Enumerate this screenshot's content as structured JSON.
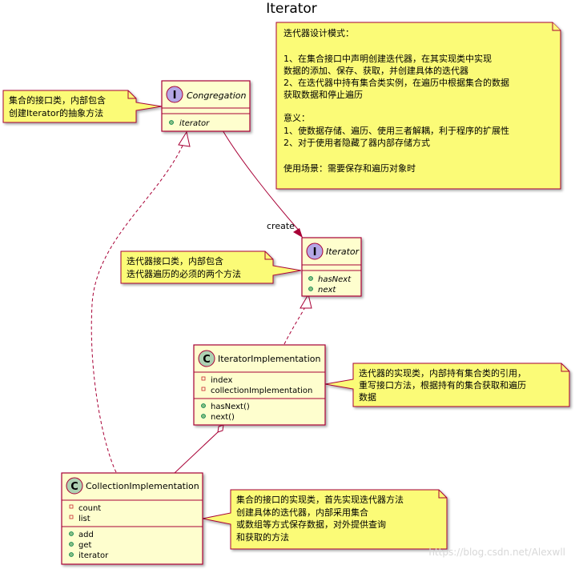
{
  "title": "Iterator",
  "classes": {
    "congregation": {
      "stereotype": "I",
      "name": "Congregation",
      "methods": [
        "iterator"
      ]
    },
    "iterator": {
      "stereotype": "I",
      "name": "Iterator",
      "methods": [
        "hasNext",
        "next"
      ]
    },
    "iterator_impl": {
      "stereotype": "C",
      "name": "IteratorImplementation",
      "fields": [
        "index",
        "collectionImplementation"
      ],
      "methods": [
        "hasNext()",
        "next()"
      ]
    },
    "collection_impl": {
      "stereotype": "C",
      "name": "CollectionImplementation",
      "fields": [
        "count",
        "list"
      ],
      "methods": [
        "add",
        "get",
        "iterator"
      ]
    }
  },
  "relations": {
    "create_label": "create"
  },
  "notes": {
    "pattern": [
      "迭代器设计模式：",
      "",
      "1、在集合接口中声明创建迭代器，在其实现类中实现",
      "数据的添加、保存、获取，并创建具体的迭代器",
      "2、在迭代器中持有集合类实例，在遍历中根据集合的数据",
      "获取数据和停止遍历",
      "",
      "意义：",
      "1、使数据存储、遍历、使用三者解耦，利于程序的扩展性",
      "2、对于使用者隐藏了器内部存储方式",
      "",
      "使用场景：需要保存和遍历对象时"
    ],
    "congregation": [
      "集合的接口类，内部包含",
      "创建Iterator的抽象方法"
    ],
    "iterator": [
      "迭代器接口类，内部包含",
      "迭代器遍历的必须的两个方法"
    ],
    "iterator_impl": [
      "迭代器的实现类，内部持有集合类的引用，",
      "重写接口方法，根据持有的集合获取和遍历",
      "数据"
    ],
    "collection_impl": [
      "集合的接口的实现类，首先实现迭代器方法",
      "创建具体的迭代器，内部采用集合",
      "或数组等方式保存数据，对外提供查询",
      "和获取的方法"
    ]
  },
  "watermark": "https://blog.csdn.net/Alexwll",
  "colors": {
    "class_fill": "#fefece",
    "class_border": "#a80036",
    "note_fill": "#fbfb77",
    "note_border": "#a80036",
    "interface_badge": "#b4a7e5",
    "class_badge": "#add1b2",
    "arrow": "#a80036"
  }
}
